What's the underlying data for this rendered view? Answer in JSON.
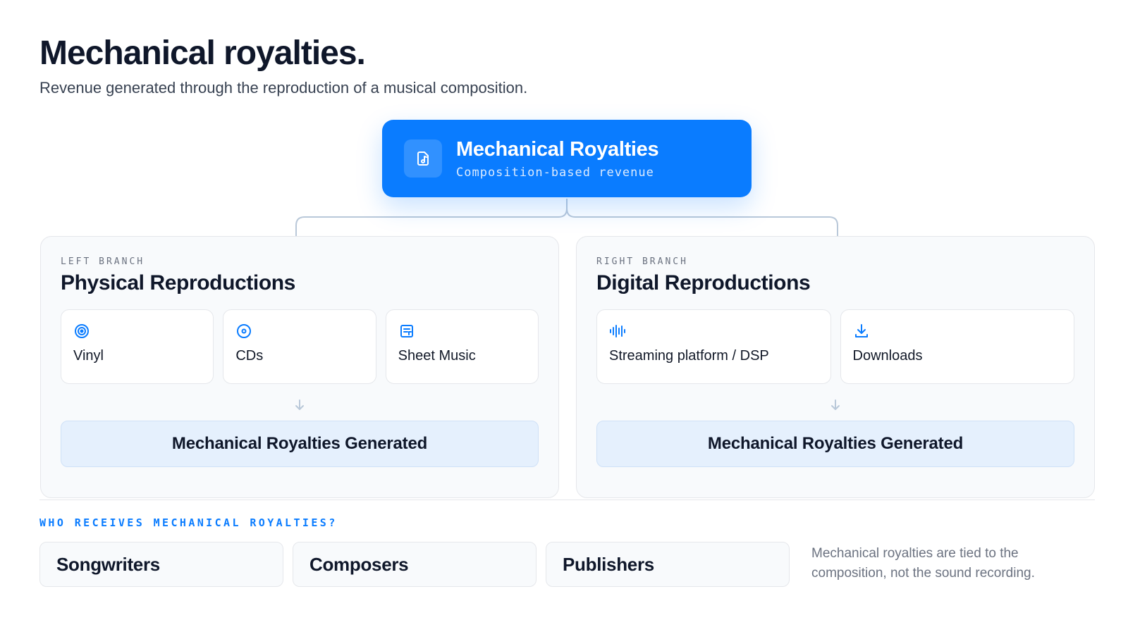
{
  "header": {
    "title": "Mechanical royalties.",
    "subtitle": "Revenue generated through the reproduction of a musical composition."
  },
  "root": {
    "title": "Mechanical Royalties",
    "subtitle": "Composition-based revenue",
    "icon": "music-file-icon"
  },
  "branches": {
    "left": {
      "kicker": "LEFT BRANCH",
      "title": "Physical Reproductions",
      "items": [
        {
          "label": "Vinyl",
          "icon": "vinyl-record-icon"
        },
        {
          "label": "CDs",
          "icon": "disc-icon"
        },
        {
          "label": "Sheet Music",
          "icon": "sheet-music-icon"
        }
      ],
      "result": "Mechanical Royalties Generated"
    },
    "right": {
      "kicker": "RIGHT BRANCH",
      "title": "Digital Reproductions",
      "items": [
        {
          "label": "Streaming platform / DSP",
          "icon": "audio-waveform-icon"
        },
        {
          "label": "Downloads",
          "icon": "download-icon"
        }
      ],
      "result": "Mechanical Royalties Generated"
    }
  },
  "recipients": {
    "heading": "WHO RECEIVES MECHANICAL ROYALTIES?",
    "items": [
      "Songwriters",
      "Composers",
      "Publishers"
    ],
    "note": "Mechanical royalties are tied to the composition, not the sound recording."
  },
  "colors": {
    "accent": "#0a7cff",
    "text": "#0f172a",
    "muted": "#6b7280",
    "card_bg": "#f8fafc",
    "generated_bg": "#e5f0fd",
    "border": "#e5e7eb",
    "connector": "#b9c8d9"
  }
}
